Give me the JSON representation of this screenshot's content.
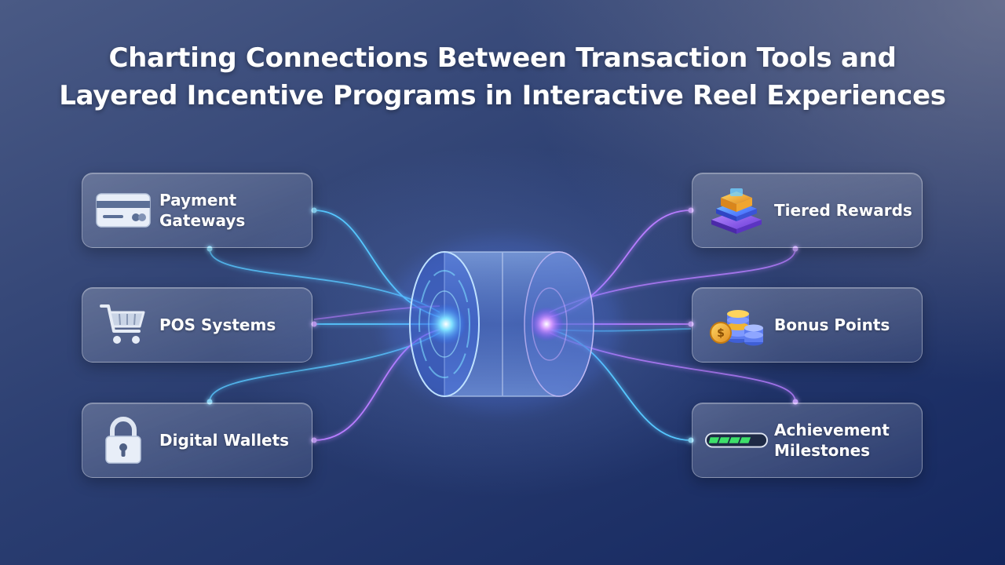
{
  "title": {
    "line1": "Charting Connections Between Transaction Tools and",
    "line2": "Layered Incentive Programs in Interactive Reel Experiences"
  },
  "transaction_tools": [
    {
      "label": "Payment Gateways",
      "icon": "credit-card-icon"
    },
    {
      "label": "POS Systems",
      "icon": "shopping-cart-icon"
    },
    {
      "label": "Digital Wallets",
      "icon": "padlock-icon"
    }
  ],
  "incentive_programs": [
    {
      "label": "Tiered Rewards",
      "icon": "stacked-tiers-icon"
    },
    {
      "label": "Bonus Points",
      "icon": "coin-stacks-icon"
    },
    {
      "label": "Achievement Milestones",
      "icon": "progress-bar-icon"
    }
  ],
  "colors": {
    "blue_link": "#57c7ff",
    "purple_link": "#b77dff",
    "card_text": "#ffffff",
    "progress_green": "#3ee06a"
  }
}
